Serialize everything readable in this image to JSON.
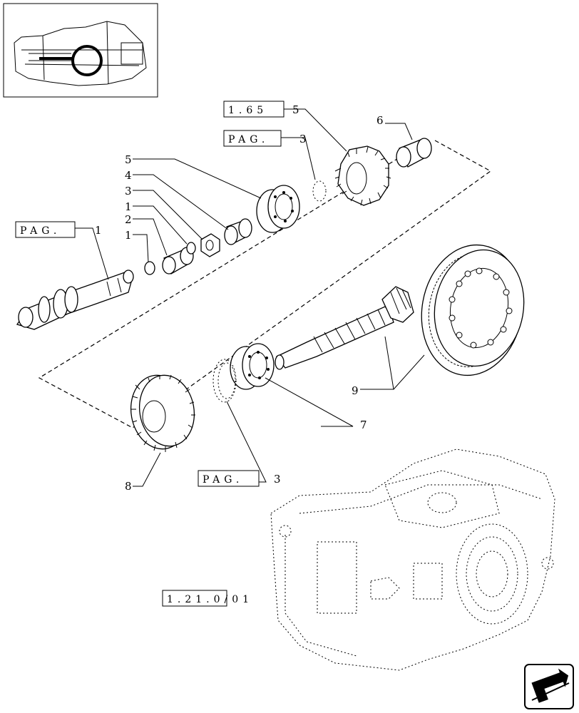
{
  "references": {
    "ref_165": "1.65",
    "ref_165_item": "5",
    "pag_top_left": "PAG.",
    "pag_top_left_item": "1",
    "pag_top_center": "PAG.",
    "pag_top_center_item": "3",
    "pag_bottom": "PAG.",
    "pag_bottom_item": "3",
    "ref_121": "1.21.0/01"
  },
  "callouts": {
    "c1a": "1",
    "c1b": "1",
    "c2": "2",
    "c3": "3",
    "c4": "4",
    "c5": "5",
    "c6": "6",
    "c7": "7",
    "c8": "8",
    "c9": "9"
  },
  "icons": {
    "thumbnail": "tractor-overview-thumbnail",
    "nav": "next-page-arrow-icon"
  }
}
